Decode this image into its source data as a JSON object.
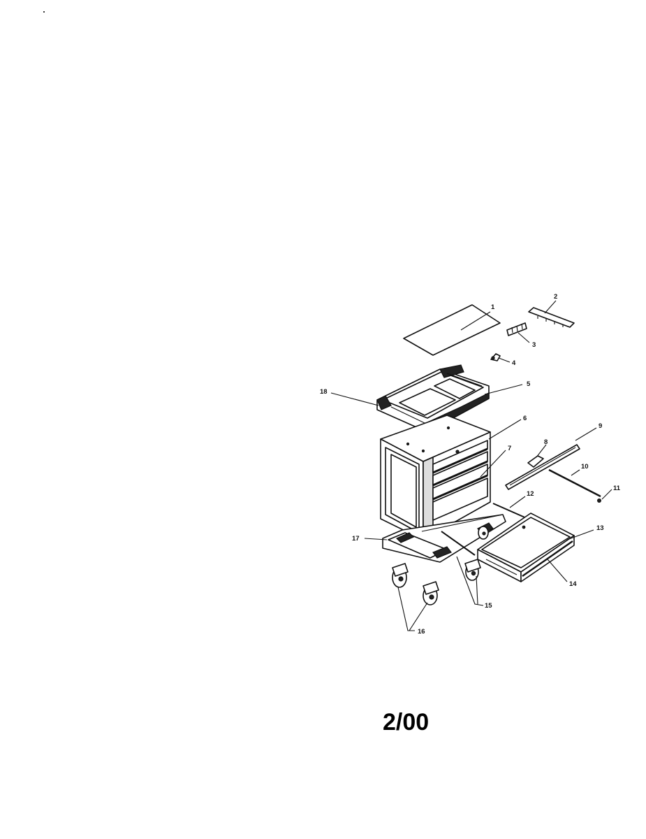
{
  "diagram": {
    "callouts": [
      {
        "id": "callout-1",
        "text": "1"
      },
      {
        "id": "callout-2",
        "text": "2"
      },
      {
        "id": "callout-3",
        "text": "3"
      },
      {
        "id": "callout-4",
        "text": "4"
      },
      {
        "id": "callout-5",
        "text": "5"
      },
      {
        "id": "callout-6",
        "text": "6"
      },
      {
        "id": "callout-7",
        "text": "7"
      },
      {
        "id": "callout-8",
        "text": "8"
      },
      {
        "id": "callout-9",
        "text": "9"
      },
      {
        "id": "callout-10",
        "text": "10"
      },
      {
        "id": "callout-11",
        "text": "11"
      },
      {
        "id": "callout-12",
        "text": "12"
      },
      {
        "id": "callout-13",
        "text": "13"
      },
      {
        "id": "callout-14",
        "text": "14"
      },
      {
        "id": "callout-15",
        "text": "15"
      },
      {
        "id": "callout-16",
        "text": "16"
      },
      {
        "id": "callout-17",
        "text": "17"
      },
      {
        "id": "callout-18",
        "text": "18"
      }
    ]
  },
  "footer": {
    "date": "2/00"
  }
}
